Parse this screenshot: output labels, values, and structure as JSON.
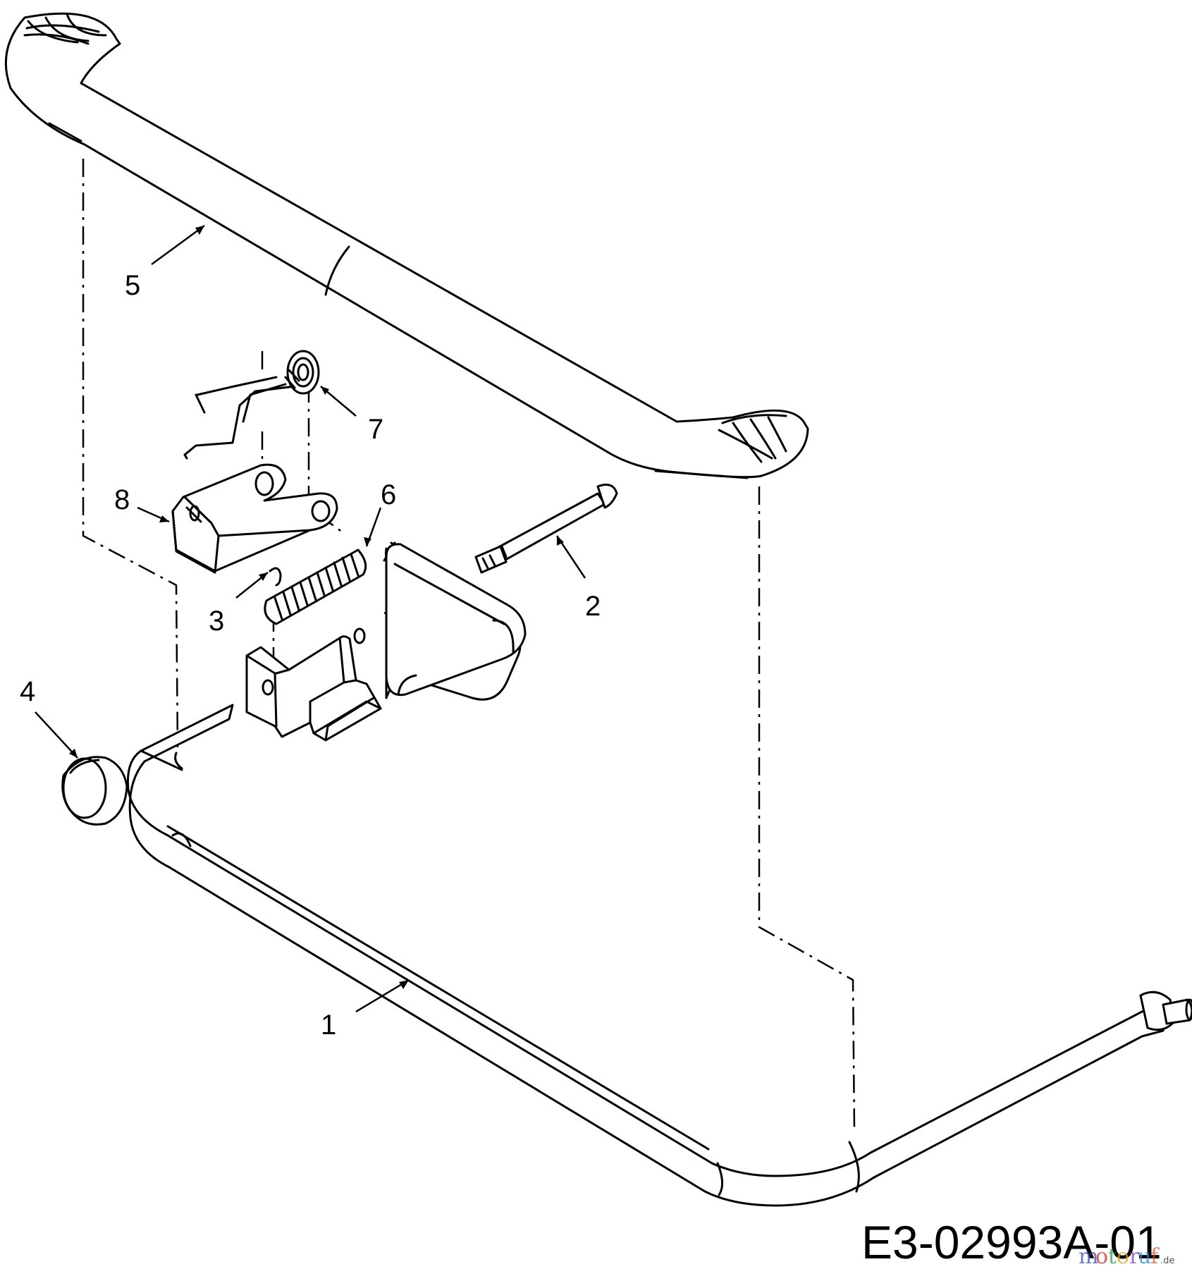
{
  "callouts": [
    {
      "id": "1",
      "label": "1"
    },
    {
      "id": "2",
      "label": "2"
    },
    {
      "id": "3",
      "label": "3"
    },
    {
      "id": "4",
      "label": "4"
    },
    {
      "id": "5",
      "label": "5"
    },
    {
      "id": "6",
      "label": "6"
    },
    {
      "id": "7",
      "label": "7"
    },
    {
      "id": "8",
      "label": "8"
    }
  ],
  "drawing_number": "E3-02993A-01",
  "watermark": {
    "letters": [
      "m",
      "o",
      "t",
      "o",
      "r",
      "u",
      "f"
    ],
    "suffix": ".de",
    "colors": [
      "#3b4bb3",
      "#d42a2a",
      "#2a9a3b",
      "#e0a21a",
      "#7a3bb3",
      "#2a8fd4",
      "#d45a2a"
    ]
  }
}
